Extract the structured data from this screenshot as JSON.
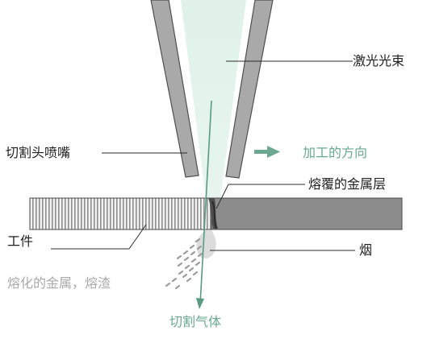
{
  "labels": {
    "laser_beam": "激光光束",
    "nozzle": "切割头喷嘴",
    "cut_direction": "加工的方向",
    "cladding_layer": "熔覆的金属层",
    "workpiece": "工件",
    "smoke": "烟",
    "molten_metal": "熔化的金属，熔渣",
    "cutting_gas": "切割气体"
  },
  "colors": {
    "nozzle_fill": "#a9a9a9",
    "beam_fill": "#dcefe6",
    "gas_line": "#5a9a80",
    "label_green": "#6aa892",
    "workpiece_uncut": "#8c8c8c",
    "workpiece_cut_stripe": "#c8c8c8",
    "spark": "#9c9c9c"
  },
  "icons": {
    "direction_arrow": "arrow-right-icon"
  }
}
